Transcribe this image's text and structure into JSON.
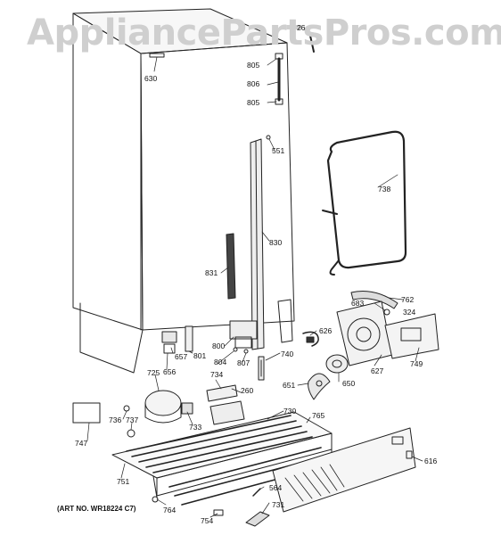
{
  "watermark": "AppliancePartsPros.com",
  "art_number": "(ART NO. WR18224 C7)",
  "callouts": {
    "p26": "26",
    "p630": "630",
    "p805a": "805",
    "p806": "806",
    "p805b": "805",
    "p551": "551",
    "p738": "738",
    "p830": "830",
    "p831": "831",
    "p762": "762",
    "p683": "683",
    "p324": "324",
    "p626": "626",
    "p627": "627",
    "p749": "749",
    "p650": "650",
    "p651": "651",
    "p657": "657",
    "p656": "656",
    "p801": "801",
    "p800": "800",
    "p804": "804",
    "p807": "807",
    "p740": "740",
    "p725": "725",
    "p734": "734",
    "p260": "260",
    "p730": "730",
    "p765": "765",
    "p733": "733",
    "p736": "736",
    "p737": "737",
    "p747": "747",
    "p616": "616",
    "p751": "751",
    "p564": "564",
    "p731": "731",
    "p764": "764",
    "p754": "754"
  }
}
